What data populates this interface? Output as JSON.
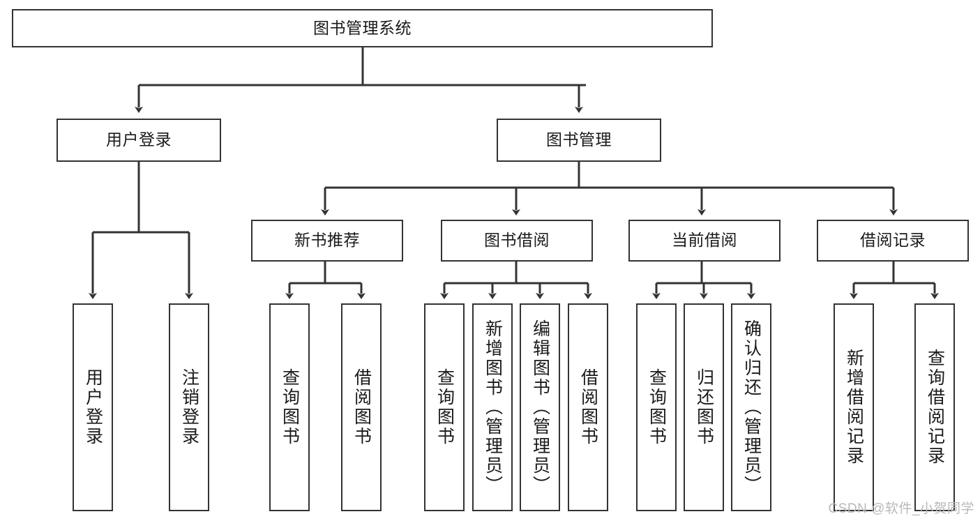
{
  "diagram": {
    "title": "图书管理系统",
    "type": "tree",
    "orientation": "top-down",
    "colors": {
      "box_border": "#333333",
      "box_fill": "#ffffff",
      "edge": "#333333",
      "text": "#1a1a1a",
      "watermark": "#b9b9b9",
      "background": "#ffffff"
    }
  },
  "nodes": {
    "root": {
      "label": "图书管理系统",
      "level": 0
    },
    "level1": [
      {
        "id": "user-login",
        "label": "用户登录"
      },
      {
        "id": "book-manage",
        "label": "图书管理"
      }
    ],
    "level2": [
      {
        "id": "new-book-recommend",
        "label": "新书推荐",
        "parent": "book-manage"
      },
      {
        "id": "book-borrow",
        "label": "图书借阅",
        "parent": "book-manage"
      },
      {
        "id": "current-borrow",
        "label": "当前借阅",
        "parent": "book-manage"
      },
      {
        "id": "borrow-record",
        "label": "借阅记录",
        "parent": "book-manage"
      }
    ],
    "leaves": [
      {
        "id": "leaf-user-login",
        "label": "用户登录",
        "parent": "user-login"
      },
      {
        "id": "leaf-user-logout",
        "label": "注销登录",
        "parent": "user-login"
      },
      {
        "id": "leaf-query-book-1",
        "label": "查询图书",
        "parent": "new-book-recommend"
      },
      {
        "id": "leaf-borrow-book-1",
        "label": "借阅图书",
        "parent": "new-book-recommend"
      },
      {
        "id": "leaf-query-book-2",
        "label": "查询图书",
        "parent": "book-borrow"
      },
      {
        "id": "leaf-add-book",
        "label": "新增图书（管理员）",
        "parent": "book-borrow"
      },
      {
        "id": "leaf-edit-book",
        "label": "编辑图书（管理员）",
        "parent": "book-borrow"
      },
      {
        "id": "leaf-borrow-book-2",
        "label": "借阅图书",
        "parent": "book-borrow"
      },
      {
        "id": "leaf-query-book-3",
        "label": "查询图书",
        "parent": "current-borrow"
      },
      {
        "id": "leaf-return-book",
        "label": "归还图书",
        "parent": "current-borrow"
      },
      {
        "id": "leaf-confirm-return",
        "label": "确认归还（管理员）",
        "parent": "current-borrow"
      },
      {
        "id": "leaf-add-record",
        "label": "新增借阅记录",
        "parent": "borrow-record"
      },
      {
        "id": "leaf-query-record",
        "label": "查询借阅记录",
        "parent": "borrow-record"
      }
    ]
  },
  "watermark": {
    "text": "CSDN @软件_小贺同学"
  }
}
